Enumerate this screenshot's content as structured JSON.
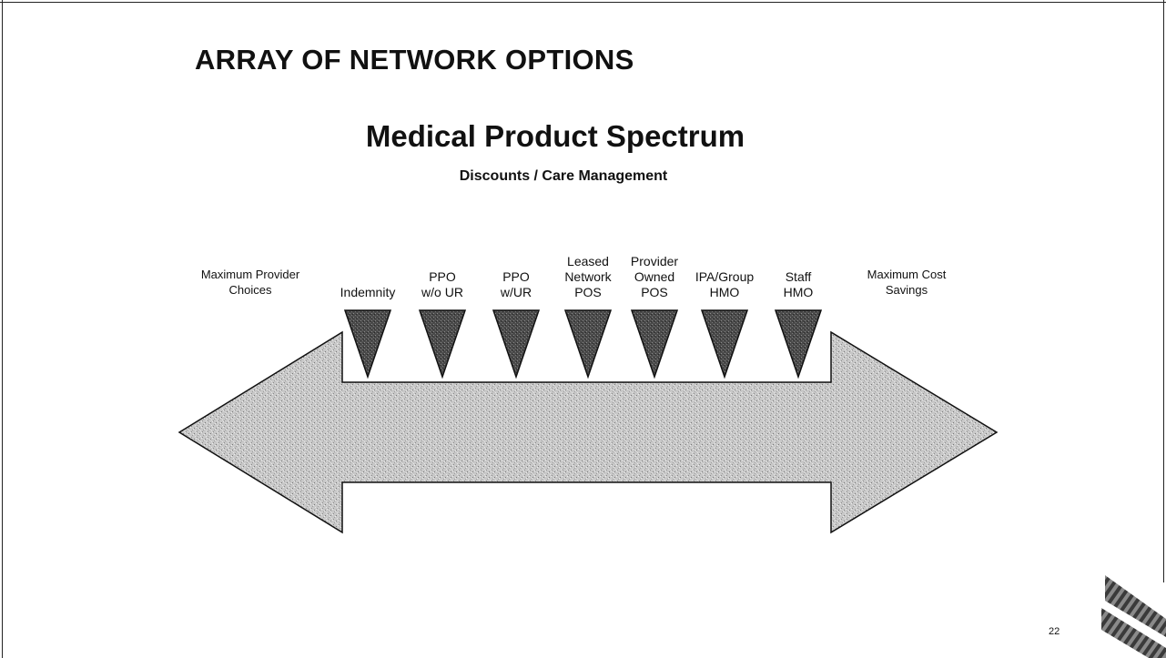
{
  "slide": {
    "title": "ARRAY OF NETWORK OPTIONS",
    "subtitle": "Medical Product Spectrum",
    "subsubtitle": "Discounts / Care Management",
    "page_number": "22"
  },
  "spectrum": {
    "left_end_label": "Maximum Provider\nChoices",
    "right_end_label": "Maximum Cost\nSavings",
    "products": [
      {
        "label": "Indemnity"
      },
      {
        "label": "PPO\nw/o UR"
      },
      {
        "label": "PPO\nw/UR"
      },
      {
        "label": "Leased\nNetwork\nPOS"
      },
      {
        "label": "Provider\nOwned\nPOS"
      },
      {
        "label": "IPA/Group\nHMO"
      },
      {
        "label": "Staff\nHMO"
      }
    ]
  },
  "colors": {
    "arrow_fill": "#c4c4c4",
    "marker_fill": "#4d4d4d",
    "outline": "#111111"
  },
  "icons": {
    "logo": "chevron-stripes-logo"
  }
}
